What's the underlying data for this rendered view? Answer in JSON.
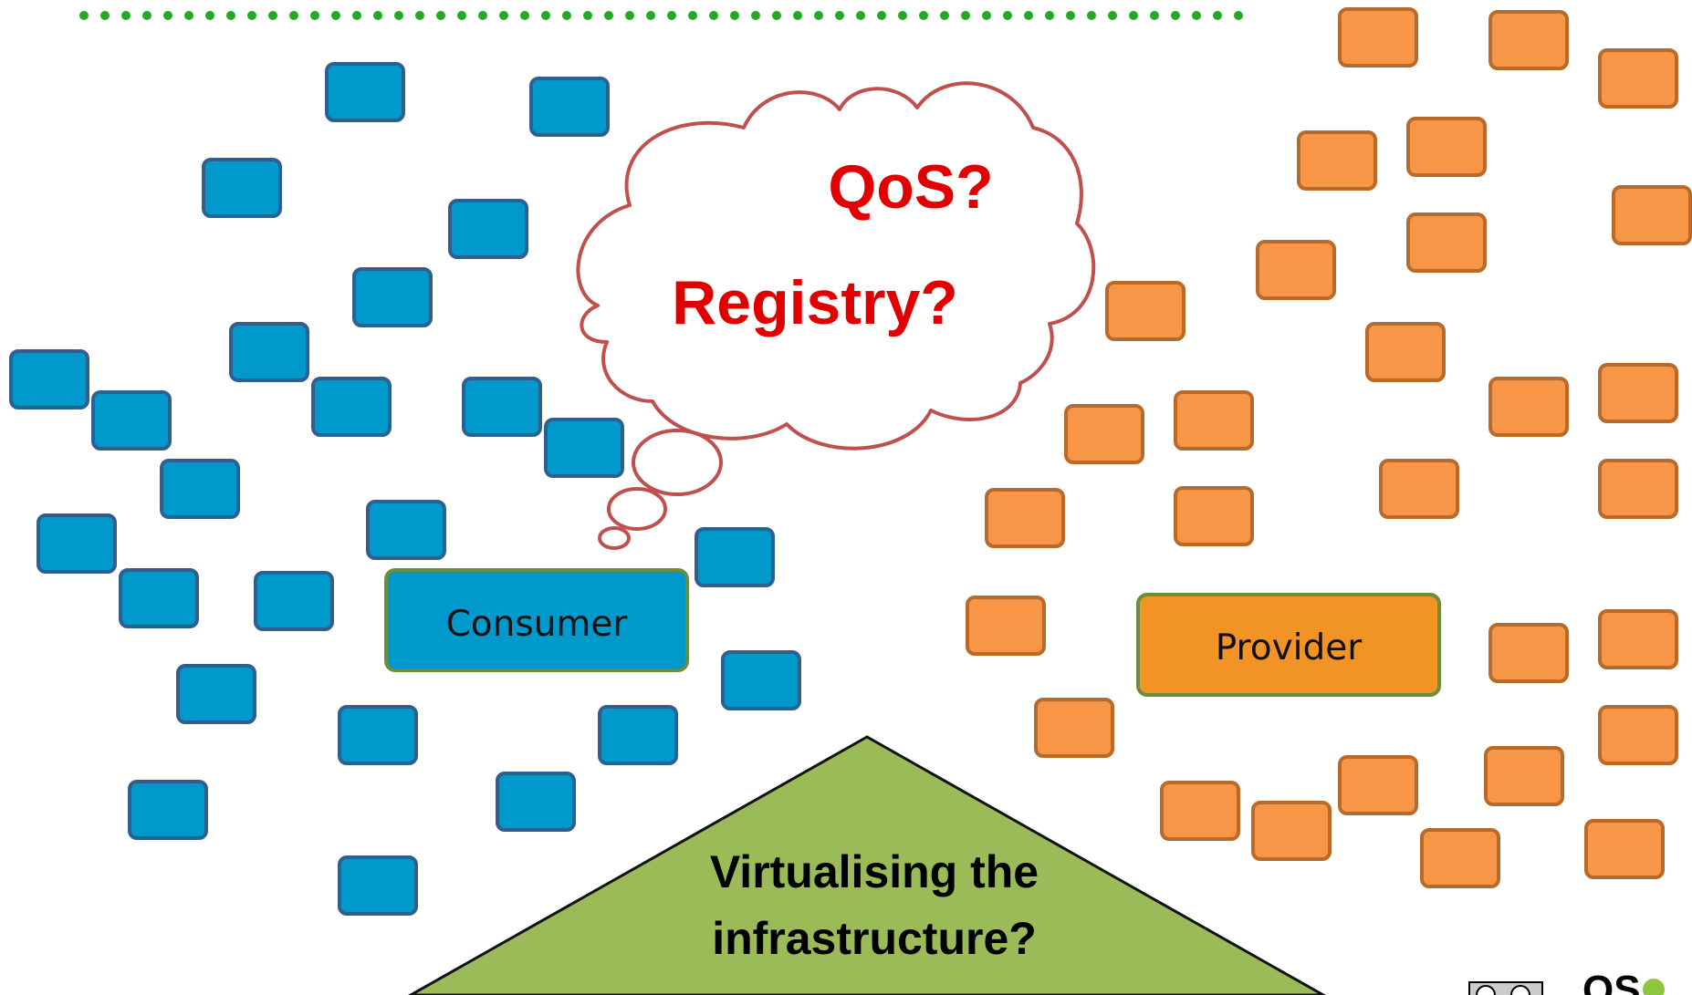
{
  "diagram": {
    "consumer_label": "Consumer",
    "provider_label": "Provider",
    "cloud": {
      "question_1": "QoS?",
      "question_2": "Registry?"
    },
    "triangle": {
      "line_1": "Virtualising the",
      "line_2": "infrastructure?"
    },
    "logo_text": "OS"
  },
  "colors": {
    "consumer_fill": "#0099cc",
    "consumer_stroke": "#2f5f8f",
    "provider_fill": "#f79646",
    "provider_main_fill": "#f29325",
    "provider_stroke": "#b86a2b",
    "label_box_stroke": "#6b8e3c",
    "cloud_stroke": "#c0504d",
    "cloud_text": "#e00000",
    "triangle_fill": "#9bbb59",
    "dotted_line": "#22aa22"
  }
}
